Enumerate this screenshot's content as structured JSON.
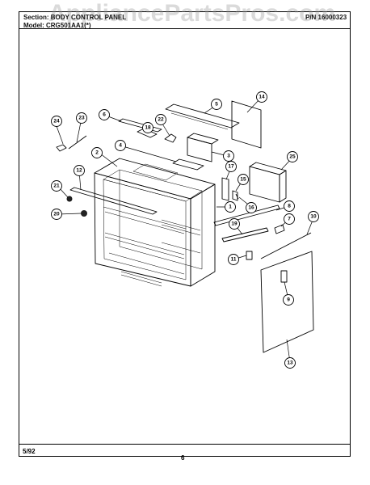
{
  "header": {
    "section": "Section: BODY CONTROL PANEL",
    "model": "Model: CRG501AA1(*)",
    "pn": "P/N 16000323"
  },
  "watermark": "AppliancePartsPros.com",
  "footer": {
    "date": "5/92",
    "page": "6"
  },
  "callouts": [
    "24",
    "23",
    "6",
    "18",
    "22",
    "5",
    "14",
    "2",
    "4",
    "3",
    "25",
    "12",
    "17",
    "15",
    "21",
    "16",
    "1",
    "8",
    "20",
    "7",
    "10",
    "19",
    "11",
    "9",
    "13"
  ]
}
